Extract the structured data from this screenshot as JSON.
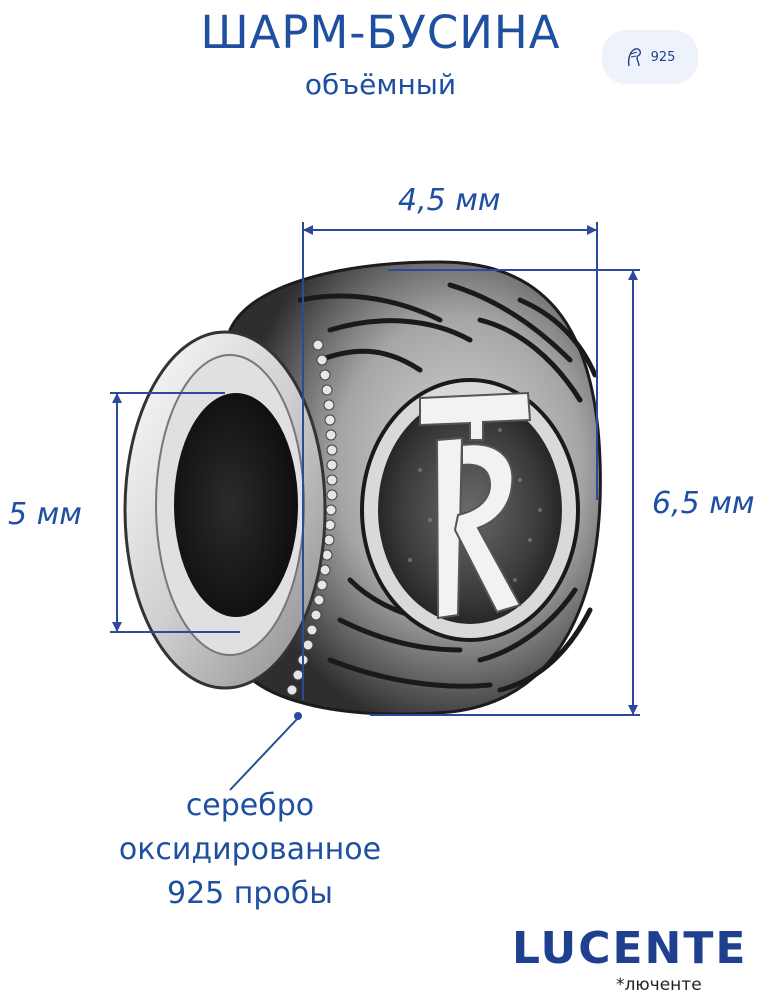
{
  "title": "ШАРМ-БУСИНА",
  "subtitle": "объёмный",
  "badge": {
    "icon": "hallmark-icon",
    "text": "925"
  },
  "dimensions": {
    "width": "4,5 мм",
    "height": "6,5 мм",
    "hole": "5 мм"
  },
  "material": {
    "line1": "серебро",
    "line2": "оксидированное",
    "line3": "925 пробы"
  },
  "brand": {
    "logo": "LUCENTE",
    "sub": "*люченте"
  },
  "colors": {
    "accent": "#1f4fa0",
    "line": "#2b4a9a"
  }
}
